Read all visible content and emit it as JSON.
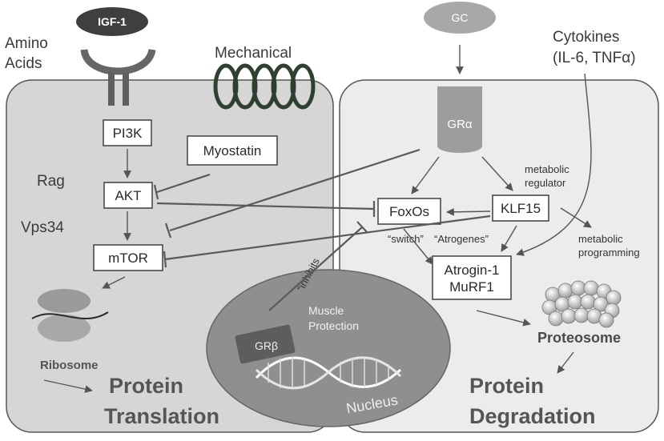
{
  "inputs": {
    "igf1": "IGF-1",
    "amino_acids_line1": "Amino",
    "amino_acids_line2": "Acids",
    "mechanical": "Mechanical",
    "gc": "GC",
    "cytokines_line1": "Cytokines",
    "cytokines_line2": "(IL-6, TNFα)"
  },
  "left_panel": {
    "pi3k": "PI3K",
    "myostatin": "Myostatin",
    "rag": "Rag",
    "akt": "AKT",
    "vps34": "Vps34",
    "mtor": "mTOR",
    "ribosome": "Ribosome",
    "title_line1": "Protein",
    "title_line2": "Translation"
  },
  "right_panel": {
    "gr_alpha": "GRα",
    "metabolic_regulator_line1": "metabolic",
    "metabolic_regulator_line2": "regulator",
    "foxos": "FoxOs",
    "klf15": "KLF15",
    "metabolic_programming_line1": "metabolic",
    "metabolic_programming_line2": "programming",
    "switch": "“switch”",
    "atrogenes": "“Atrogenes”",
    "atrogin1": "Atrogin-1",
    "murf1": "MuRF1",
    "proteosome": "Proteosome",
    "title_line1": "Protein",
    "title_line2": "Degradation"
  },
  "nucleus": {
    "inhibits": "“inhibits",
    "muscle_protection_line1": "Muscle",
    "muscle_protection_line2": "Protection",
    "gr_beta": "GRβ",
    "nucleus": "Nucleus"
  },
  "colors": {
    "left_panel_fill": "#d6d6d6",
    "right_panel_fill": "#ececec",
    "nucleus_fill": "#8f8f8f",
    "receptor_gray": "#5f5f5f",
    "coil_green": "#2f4030",
    "box_border": "#4a4a4a"
  }
}
